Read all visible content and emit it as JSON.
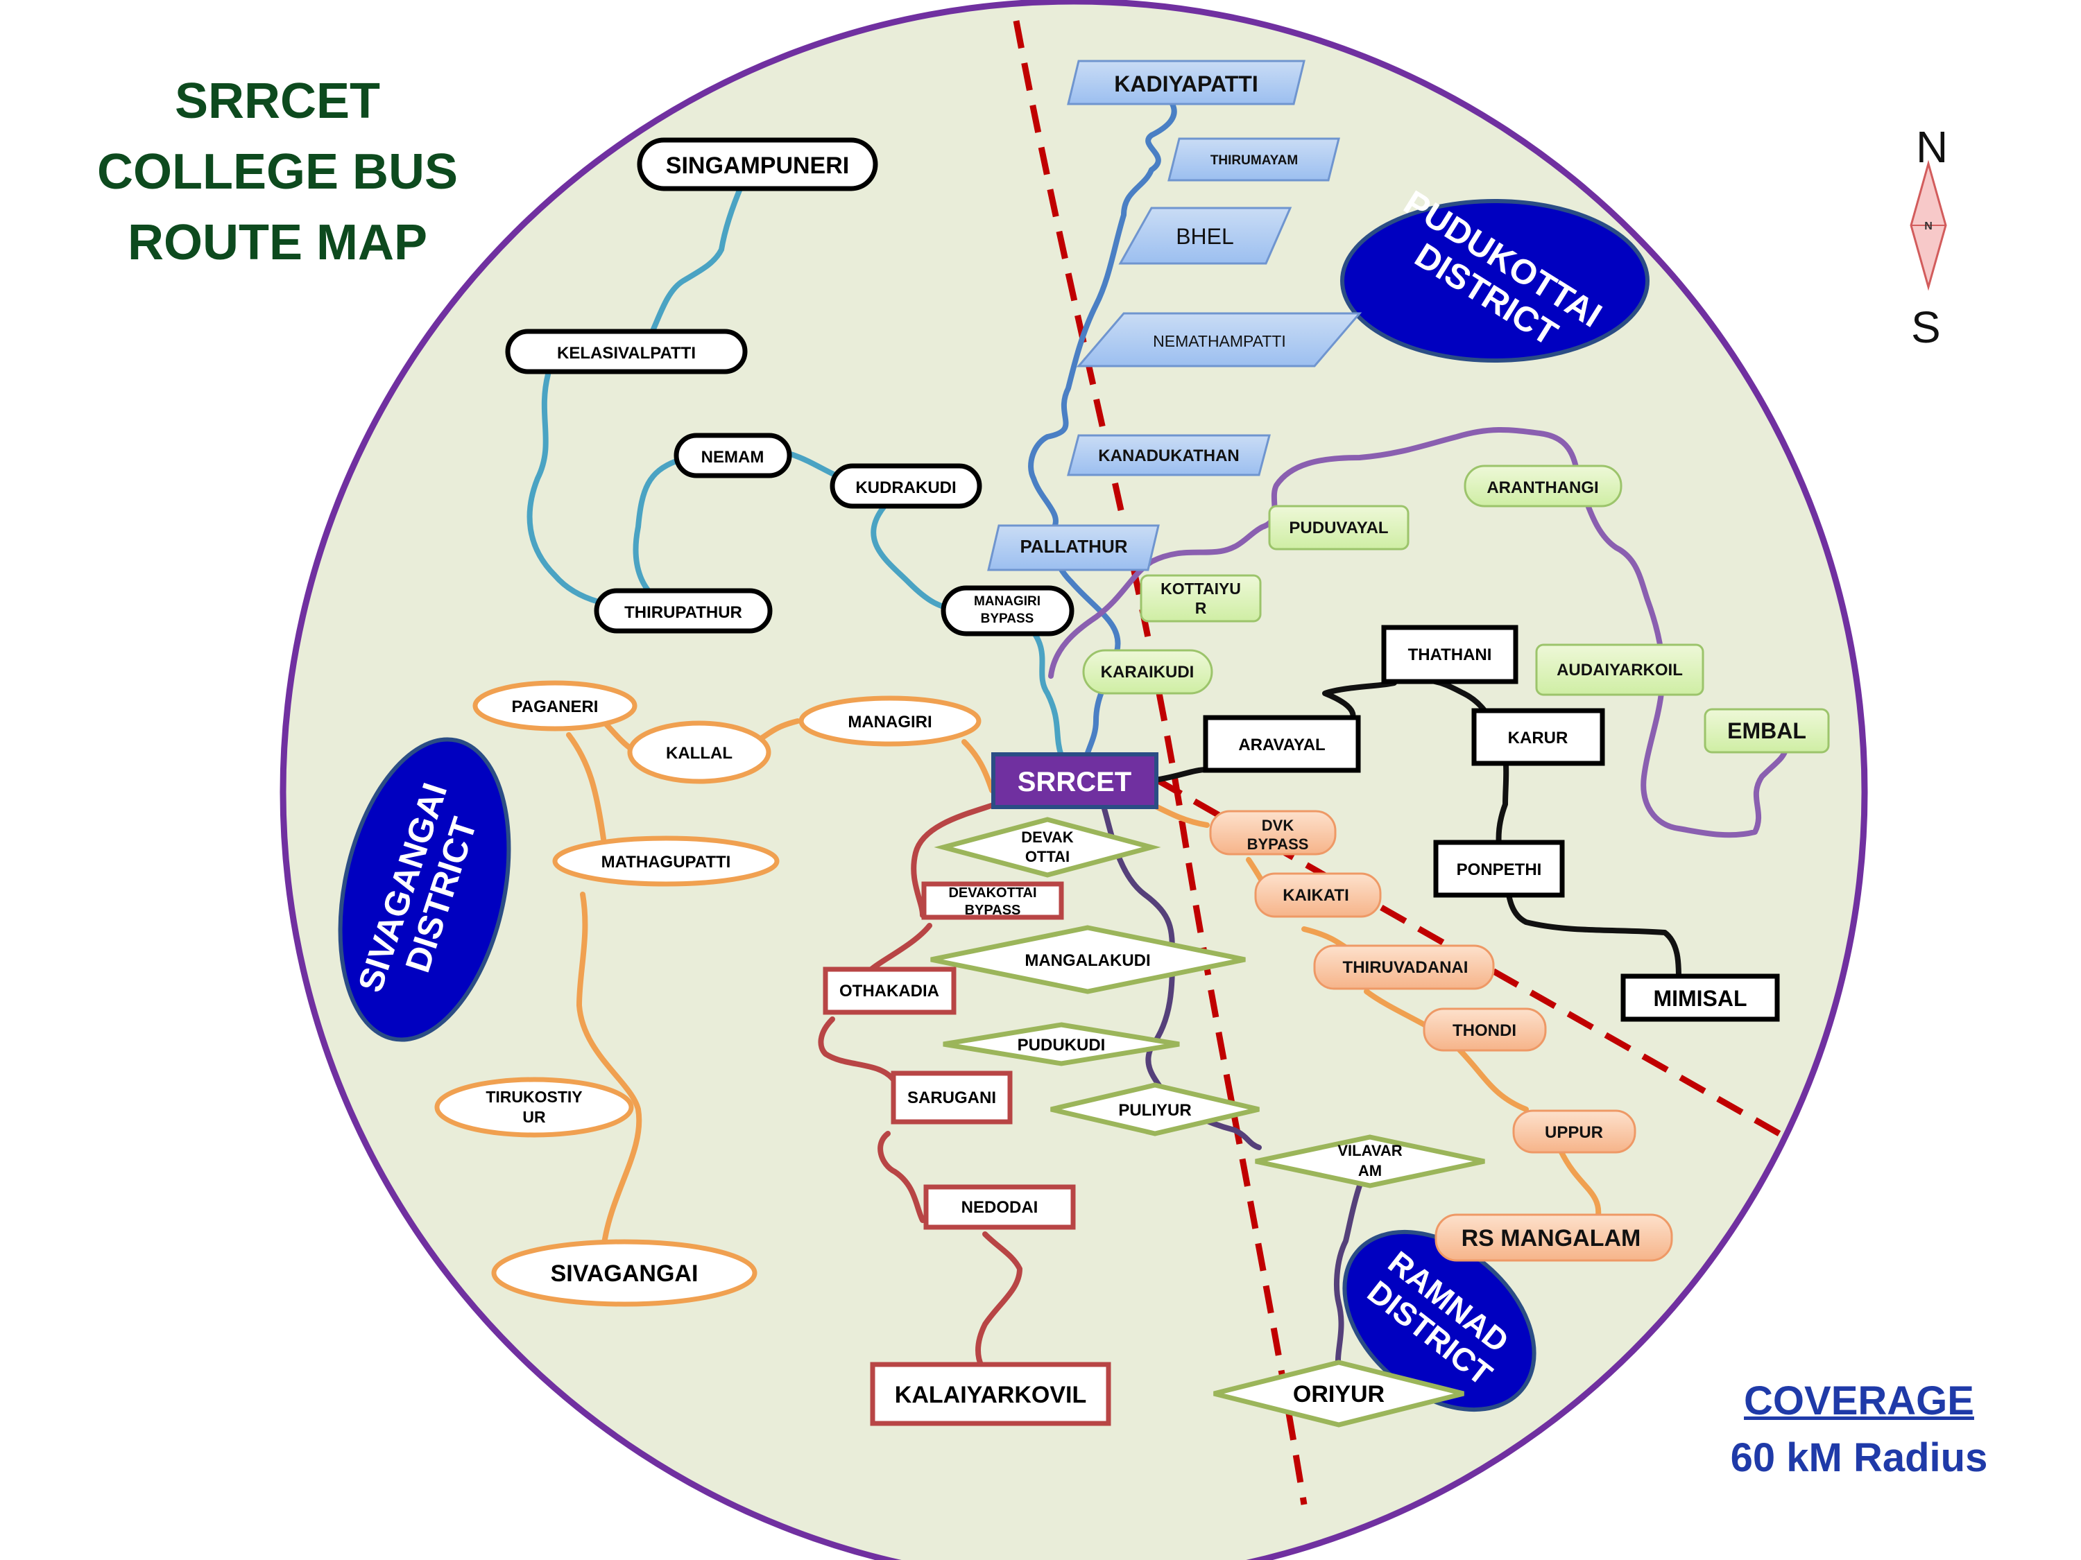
{
  "title": {
    "line1": "SRRCET",
    "line2": "COLLEGE BUS",
    "line3": "ROUTE MAP"
  },
  "compass": {
    "north": "N",
    "south": "S",
    "needle_label": "N"
  },
  "coverage": {
    "label": "COVERAGE",
    "radius": "60 kM Radius"
  },
  "hub": "SRRCET",
  "districts": {
    "pudukottai": "PUDUKOTTAI DISTRICT",
    "sivagangai": "SIVAGANGAI DISTRICT",
    "ramnad": "RAMNAD DISTRICT"
  },
  "colors": {
    "background_circle": "#e9edd9",
    "circle_border": "#7030a0",
    "district_fill": "#0000c0",
    "boundary": "#c00000",
    "route_teal": "#4aa3c3",
    "route_blue": "#4a7fc4",
    "route_purple": "#8a5fb0",
    "route_black": "#111111",
    "route_orange": "#f0a050",
    "route_red": "#b84545",
    "route_navy": "#55407a",
    "hub": "#7030a0"
  },
  "routes": {
    "teal": [
      "SINGAMPUNERI",
      "KELASIVALPATTI",
      "NEMAM",
      "KUDRAKUDI",
      "THIRUPATHUR",
      "MANAGIRI BYPASS"
    ],
    "blue": [
      "KADIYAPATTI",
      "THIRUMAYAM",
      "BHEL",
      "NEMATHAMPATTI",
      "KANADUKATHAN",
      "PALLATHUR"
    ],
    "green_light": [
      "ARANTHANGI",
      "PUDUVAYAL",
      "KOTTAIYUR",
      "KARAIKUDI",
      "AUDAIYARKOIL",
      "EMBAL"
    ],
    "black": [
      "THATHANI",
      "ARAVAYAL",
      "KARUR",
      "PONPETHI",
      "MIMISAL"
    ],
    "orange_west": [
      "PAGANERI",
      "KALLAL",
      "MANAGIRI",
      "MATHAGUPATTI",
      "TIRUKOSTIYUR",
      "SIVAGANGAI"
    ],
    "orange_east": [
      "DVK BYPASS",
      "KAIKATI",
      "THIRUVADANAI",
      "THONDI",
      "UPPUR",
      "RS MANGALAM"
    ],
    "red": [
      "DEVAKOTTAI BYPASS",
      "OTHAKADIA",
      "SARUGANI",
      "NEDODAI",
      "KALAIYARKOVIL"
    ],
    "olive": [
      "DEVAK OTTAI",
      "MANGALAKUDI",
      "PUDUKUDI",
      "PULIYUR",
      "VILAVARAM",
      "ORIYUR"
    ]
  },
  "labels": {
    "singampuneri": "SINGAMPUNERI",
    "kelasivalpatti": "KELASIVALPATTI",
    "nemam": "NEMAM",
    "kudrakudi": "KUDRAKUDI",
    "thirupathur": "THIRUPATHUR",
    "managiri_bypass_1": "MANAGIRI",
    "managiri_bypass_2": "BYPASS",
    "kadiyapatti": "KADIYAPATTI",
    "thirumayam": "THIRUMAYAM",
    "bhel": "BHEL",
    "nemathampatti": "NEMATHAMPATTI",
    "kanadukathan": "KANADUKATHAN",
    "pallathur": "PALLATHUR",
    "aranthangi": "ARANTHANGI",
    "puduvayal": "PUDUVAYAL",
    "kottaiyur_1": "KOTTAIYU",
    "kottaiyur_2": "R",
    "karaikudi": "KARAIKUDI",
    "audaiyarkoil": "AUDAIYARKOIL",
    "embal": "EMBAL",
    "thathani": "THATHANI",
    "aravayal": "ARAVAYAL",
    "karur": "KARUR",
    "ponpethi": "PONPETHI",
    "mimisal": "MIMISAL",
    "paganeri": "PAGANERI",
    "kallal": "KALLAL",
    "managiri": "MANAGIRI",
    "mathagupatti": "MATHAGUPATTI",
    "tirukostiyur_1": "TIRUKOSTIY",
    "tirukostiyur_2": "UR",
    "sivagangai": "SIVAGANGAI",
    "dvk_bypass_1": "DVK",
    "dvk_bypass_2": "BYPASS",
    "kaikati": "KAIKATI",
    "thiruvadanai": "THIRUVADANAI",
    "thondi": "THONDI",
    "uppur": "UPPUR",
    "rs_mangalam": "RS MANGALAM",
    "devakottai_bypass_1": "DEVAKOTTAI",
    "devakottai_bypass_2": "BYPASS",
    "othakadia": "OTHAKADIA",
    "sarugani": "SARUGANI",
    "nedodai": "NEDODAI",
    "kalaiyarkovil": "KALAIYARKOVIL",
    "devak_ottai_1": "DEVAK",
    "devak_ottai_2": "OTTAI",
    "mangalakudi": "MANGALAKUDI",
    "pudukudi": "PUDUKUDI",
    "puliyur": "PULIYUR",
    "vilavaram_1": "VILAVAR",
    "vilavaram_2": "AM",
    "oriyur": "ORIYUR"
  }
}
